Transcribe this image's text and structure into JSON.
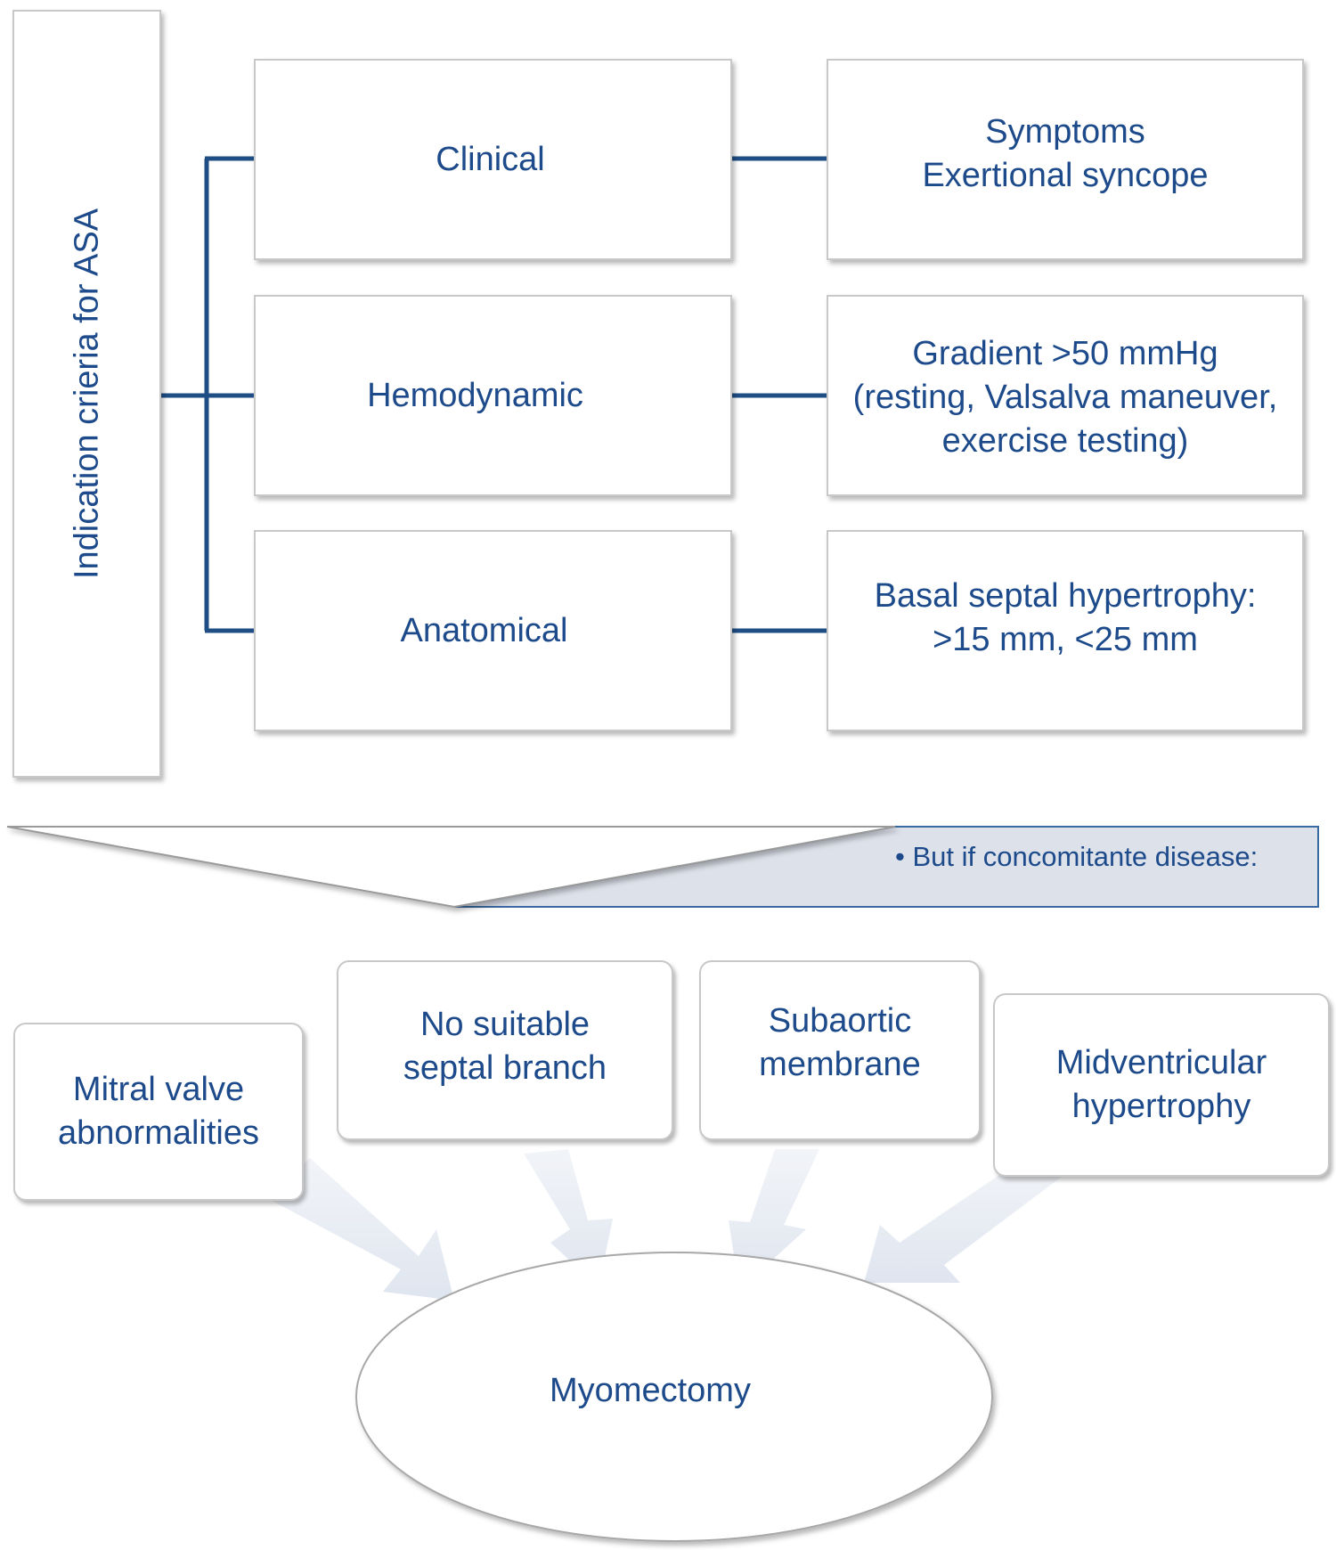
{
  "diagram": {
    "root": {
      "label": "Indication crieria for ASA"
    },
    "categories": [
      {
        "label": "Clinical",
        "detail": "Symptoms\nExertional syncope"
      },
      {
        "label": "Hemodynamic",
        "detail": "Gradient >50 mmHg\n(resting, Valsalva maneuver,\nexercise testing)"
      },
      {
        "label": "Anatomical",
        "detail": "Basal septal hypertrophy:\n>15 mm, <25 mm"
      }
    ],
    "callout": {
      "label": "• But if concomitante disease:"
    },
    "conditions": [
      {
        "label": "Mitral valve\nabnormalities"
      },
      {
        "label": "No suitable\nseptal branch"
      },
      {
        "label": "Subaortic\nmembrane"
      },
      {
        "label": "Midventricular\nhypertrophy"
      }
    ],
    "outcome": {
      "label": "Myomectomy"
    },
    "colors": {
      "text": "#1d4a8a",
      "connector": "#1f4e85",
      "callout_fill": "#dde1ea",
      "arrow_fill": "#e3e8f2"
    }
  }
}
